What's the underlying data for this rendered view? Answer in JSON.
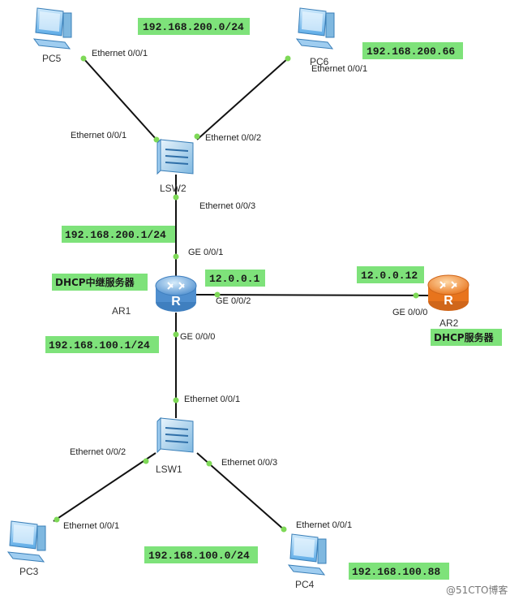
{
  "devices": {
    "pc5": {
      "label": "PC5"
    },
    "pc6": {
      "label": "PC6"
    },
    "lsw2": {
      "label": "LSW2"
    },
    "ar1": {
      "label": "AR1"
    },
    "ar2": {
      "label": "AR2"
    },
    "lsw1": {
      "label": "LSW1"
    },
    "pc3": {
      "label": "PC3"
    },
    "pc4": {
      "label": "PC4"
    }
  },
  "ports": {
    "pc5_eth": "Ethernet 0/0/1",
    "pc6_eth": "Ethernet 0/0/1",
    "lsw2_eth1": "Ethernet 0/0/1",
    "lsw2_eth2": "Ethernet 0/0/2",
    "lsw2_eth3": "Ethernet 0/0/3",
    "ar1_ge1": "GE 0/0/1",
    "ar1_ge2": "GE 0/0/2",
    "ar1_ge0": "GE 0/0/0",
    "ar2_ge0": "GE 0/0/0",
    "lsw1_eth1": "Ethernet 0/0/1",
    "lsw1_eth2": "Ethernet 0/0/2",
    "lsw1_eth3": "Ethernet 0/0/3",
    "pc3_eth": "Ethernet 0/0/1",
    "pc4_eth": "Ethernet 0/0/1"
  },
  "networks": {
    "net200": "192.168.200.0/24",
    "pc6_ip": "192.168.200.66",
    "gw200": "192.168.200.1/24",
    "ar1_wan": "12.0.0.1",
    "ar2_wan": "12.0.0.12",
    "gw100": "192.168.100.1/24",
    "net100": "192.168.100.0/24",
    "pc4_ip": "192.168.100.88"
  },
  "roles": {
    "ar1_role": "DHCP中继服务器",
    "ar2_role": "DHCP服务器"
  },
  "watermark": "@51CTO博客",
  "colors": {
    "tag": "#7ee27a",
    "link": "#111111",
    "port_dot": "#7ed957",
    "pc_blue": "#5aa9e6",
    "router_blue": "#5b9bd5",
    "router_orange": "#f08a2a"
  }
}
